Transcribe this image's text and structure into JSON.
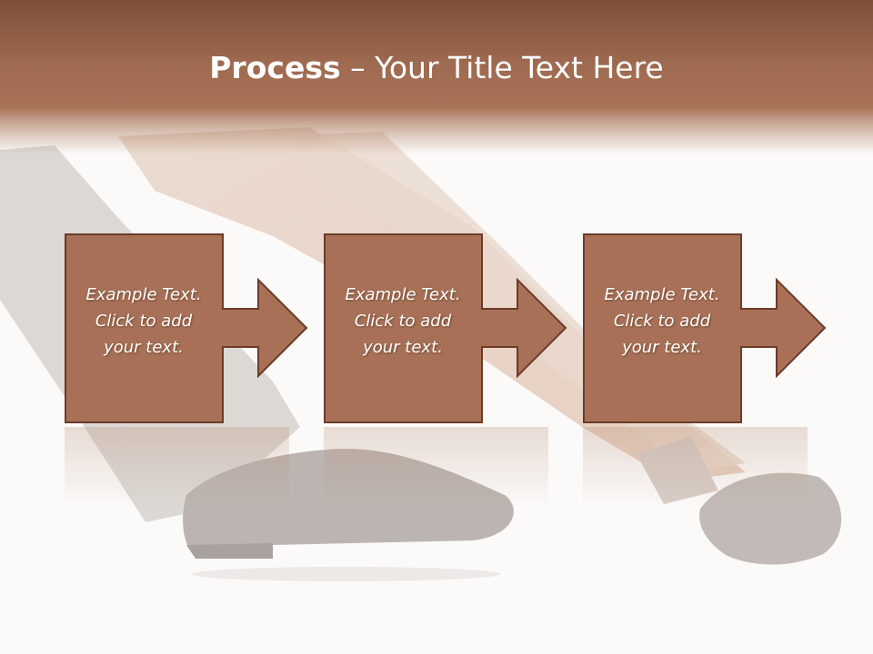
{
  "slide": {
    "title_bold": "Process",
    "title_rest": " – Your Title Text Here"
  },
  "steps": [
    {
      "line1": "Example Text.",
      "line2": "Click  to add",
      "line3": "your text."
    },
    {
      "line1": "Example Text.",
      "line2": "Click  to add",
      "line3": "your text."
    },
    {
      "line1": "Example Text.",
      "line2": "Click  to add",
      "line3": "your text."
    }
  ],
  "colors": {
    "header": "#a97357",
    "box_fill": "#a87157",
    "box_border": "#6b3b29",
    "text": "#ffffff"
  }
}
